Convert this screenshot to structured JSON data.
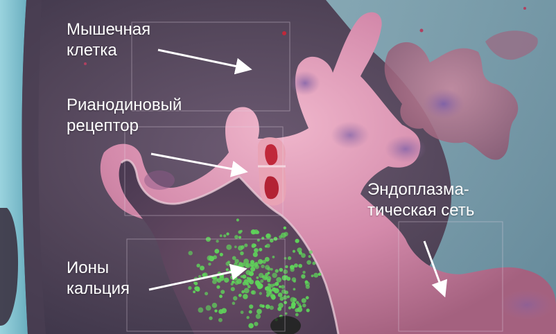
{
  "labels": {
    "muscle_cell": {
      "line1": "Мышечная",
      "line2": "клетка"
    },
    "ryanodine_receptor": {
      "line1": "Рианодиновый",
      "line2": "рецептор"
    },
    "endoplasmic_reticulum": {
      "line1": "Эндоплазма-",
      "line2": "тическая сеть"
    },
    "calcium_ions": {
      "line1": "Ионы",
      "line2": "кальция"
    }
  },
  "colors": {
    "background_cell": "#5b4c64",
    "membrane_pink": "#d98fb0",
    "reticulum_pink": "#c77a9e",
    "receptor_red": "#c02a3a",
    "calcium_green": "#5fd35a",
    "cyan_edge": "#7fc6d4",
    "arrow": "#ffffff"
  }
}
